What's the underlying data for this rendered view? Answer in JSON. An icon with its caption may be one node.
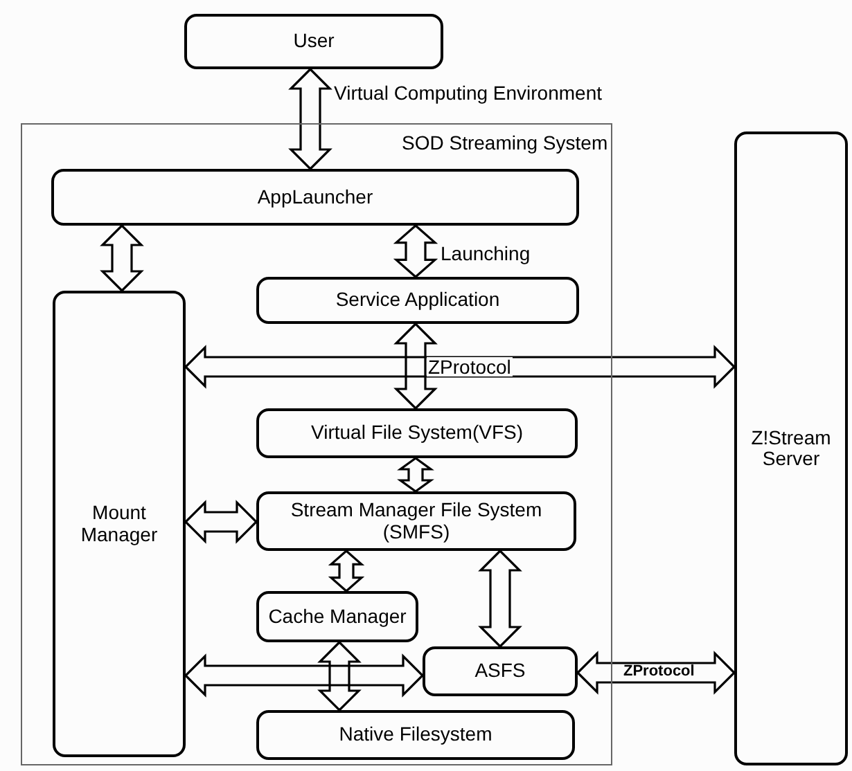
{
  "diagram": {
    "nodes": [
      {
        "text": [
          "User"
        ]
      },
      {
        "text": [
          "SOD Streaming System"
        ]
      },
      {
        "text": [
          "AppLauncher"
        ],
        "in": 1
      },
      {
        "text": [
          "Mount Manager"
        ],
        "in": 1
      },
      {
        "text": [
          "Service Application"
        ],
        "in": 1
      },
      {
        "text": [
          "Virtual File System(VFS)"
        ],
        "in": 1
      },
      {
        "text": [
          "Stream Manager File System (SMFS)"
        ],
        "in": 1
      },
      {
        "text": [
          "Cache Manager"
        ],
        "in": 1
      },
      {
        "text": [
          "ASFS"
        ],
        "in": 1
      },
      {
        "text": [
          "Native Filesystem"
        ],
        "in": 1
      },
      {
        "text": [
          "Z!Stream Server"
        ]
      }
    ],
    "edges": [
      {
        "from": 0,
        "to": 2,
        "arrow": "both",
        "label": "Virtual Computing Environment"
      },
      {
        "from": 2,
        "to": 3,
        "arrow": "both"
      },
      {
        "from": 2,
        "to": 4,
        "arrow": "both",
        "label": "Launching"
      },
      {
        "from": 3,
        "to": 10,
        "arrow": "both",
        "label": "ZProtocol"
      },
      {
        "from": 4,
        "to": 5,
        "arrow": "both"
      },
      {
        "from": 5,
        "to": 6,
        "arrow": "both"
      },
      {
        "from": 3,
        "to": 6,
        "arrow": "both"
      },
      {
        "from": 6,
        "to": 7,
        "arrow": "both"
      },
      {
        "from": 6,
        "to": 8,
        "arrow": "both"
      },
      {
        "from": 3,
        "to": 8,
        "arrow": "both"
      },
      {
        "from": 7,
        "to": 9,
        "arrow": "both"
      },
      {
        "from": 8,
        "to": 10,
        "arrow": "both",
        "label": "ZProtocol"
      }
    ]
  }
}
